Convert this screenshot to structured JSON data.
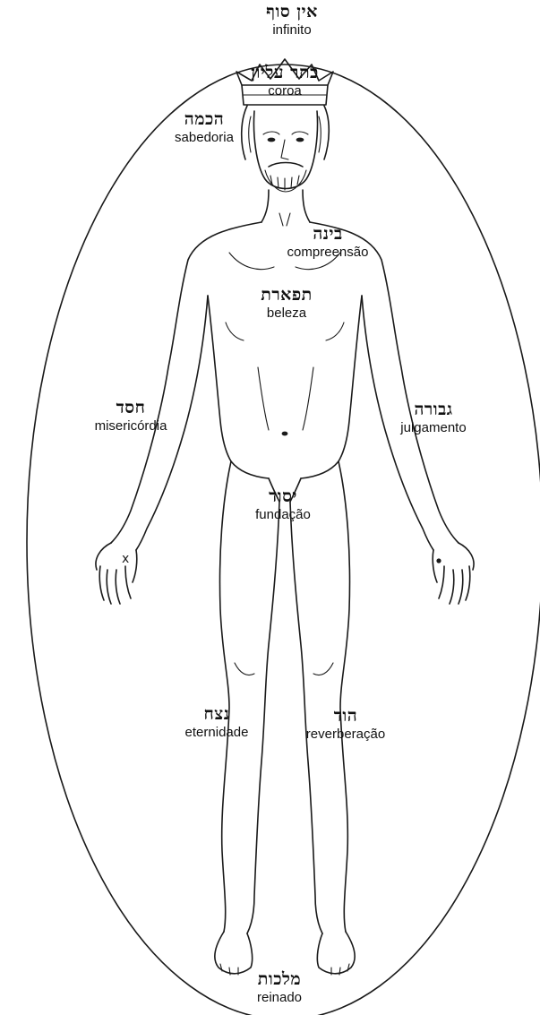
{
  "sefirot": [
    {
      "id": "ein-sof",
      "hebrew": "אין סוף",
      "portuguese": "infinito"
    },
    {
      "id": "keter",
      "hebrew": "כתר עליון",
      "portuguese": "coroa"
    },
    {
      "id": "chokhmah",
      "hebrew": "הכמה",
      "portuguese": "sabedoria"
    },
    {
      "id": "binah",
      "hebrew": "בינה",
      "portuguese": "compreensão"
    },
    {
      "id": "tiferet",
      "hebrew": "תפארת",
      "portuguese": "beleza"
    },
    {
      "id": "chesed",
      "hebrew": "חסד",
      "portuguese": "misericórdia"
    },
    {
      "id": "gevurah",
      "hebrew": "גבורה",
      "portuguese": "julgamento"
    },
    {
      "id": "yesod",
      "hebrew": "יסוד",
      "portuguese": "fundação"
    },
    {
      "id": "netzach",
      "hebrew": "נצח",
      "portuguese": "eternidade"
    },
    {
      "id": "hod",
      "hebrew": "הוד",
      "portuguese": "reverberação"
    },
    {
      "id": "malkhut",
      "hebrew": "מלכות",
      "portuguese": "reinado"
    }
  ]
}
